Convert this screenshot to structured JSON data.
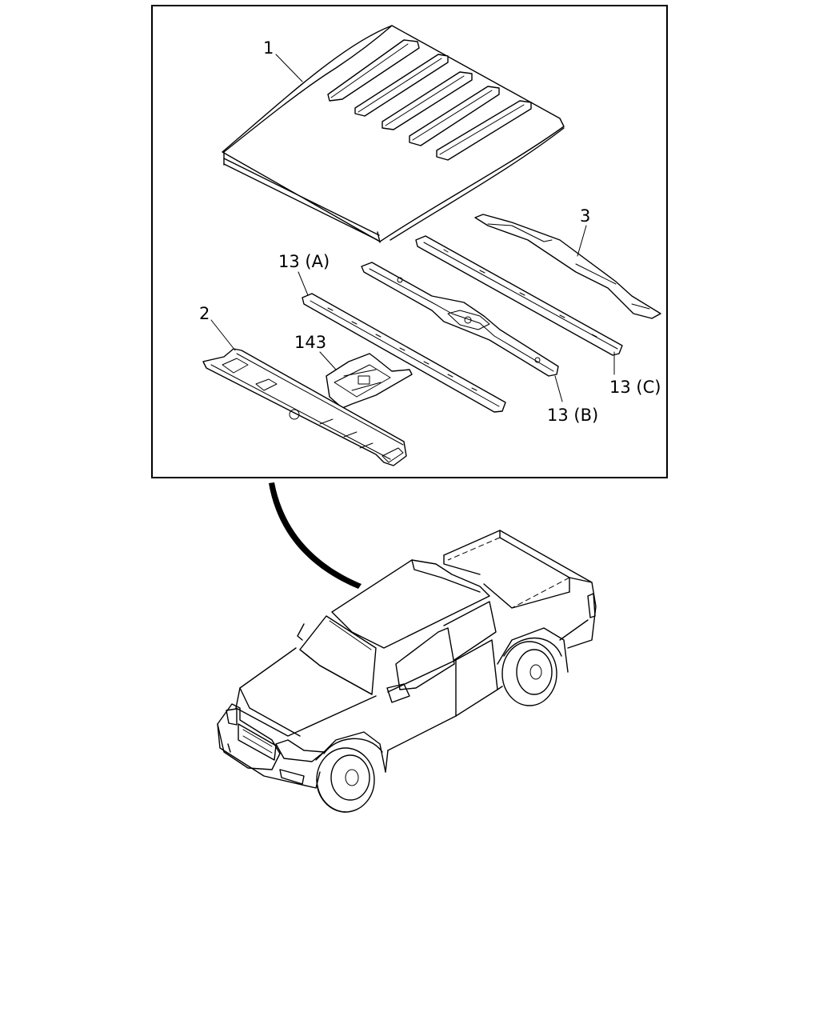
{
  "callouts": {
    "roof_panel": "1",
    "front_header": "2",
    "rear_header": "3",
    "bow_a": "13 (A)",
    "bow_b": "13 (B)",
    "bow_c": "13 (C)",
    "bracket": "143"
  },
  "colors": {
    "line": "#000000",
    "background": "#ffffff"
  }
}
